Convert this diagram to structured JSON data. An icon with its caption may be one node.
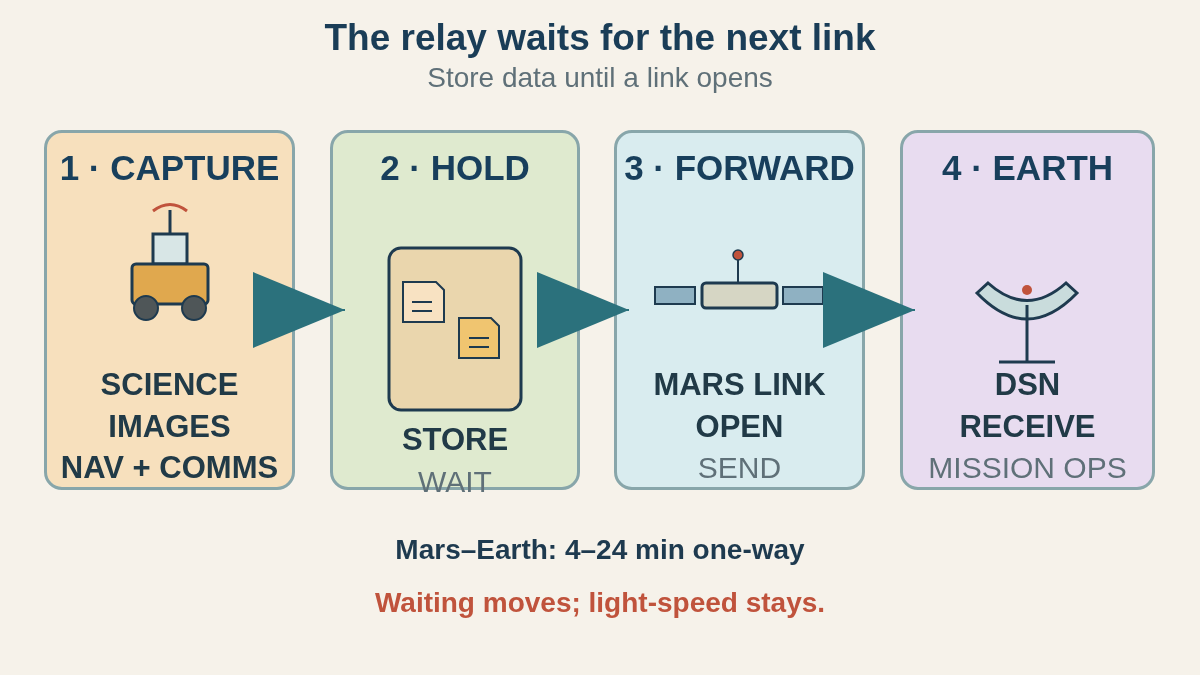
{
  "diagram": {
    "title": "The relay waits for the next link",
    "nodes": [
      {
        "text": [
          "1 · CAPTURE",
          "SCIENCE",
          "IMAGES",
          "NAV + COMMS"
        ]
      },
      {
        "text": [
          "2 · HOLD",
          "STORE",
          "WAIT"
        ]
      },
      {
        "text": [
          "3 · FORWARD",
          "MARS LINK",
          "OPEN",
          "SEND"
        ]
      },
      {
        "text": [
          "4 · EARTH",
          "DSN",
          "RECEIVE",
          "MISSION OPS"
        ]
      }
    ],
    "edges": [
      {
        "from": 0,
        "to": 1,
        "arrow": "to"
      },
      {
        "from": 1,
        "to": 2,
        "arrow": "to"
      },
      {
        "from": 2,
        "to": 3,
        "arrow": "to"
      }
    ],
    "labels": [
      "Store data until a link opens",
      "Mars–Earth: 4–24 min one-way",
      "Waiting moves; light-speed stays."
    ]
  }
}
